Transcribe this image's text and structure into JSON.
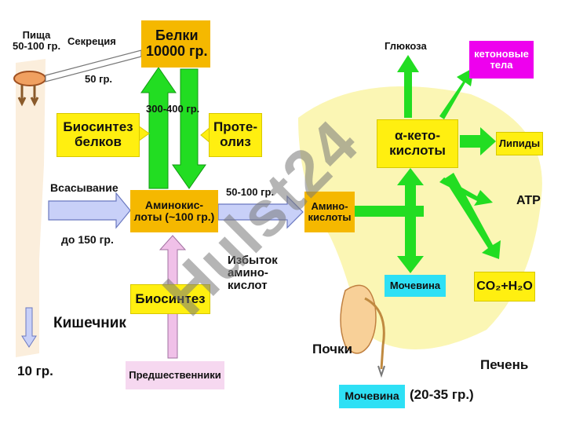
{
  "left": {
    "food_label": "Пища\n50-100 гр.",
    "secretion_label": "Секреция",
    "secretion_amount": "50 гр.",
    "absorption_label": "Всасывание",
    "absorption_amount": "до 150 гр.",
    "intestine_label": "Кишечник",
    "excretion_amount": "10 гр."
  },
  "center": {
    "proteins_box": "Белки\n10000 гр.",
    "turnover_label": "300-400 гр.",
    "biosynthesis_proteins_box": "Биосинтез\nбелков",
    "proteolysis_box": "Проте-\nолиз",
    "amino_acids_box": "Аминокис-\nлоты (~100 гр.)",
    "transfer_amount": "50-100 гр.",
    "excess_label": "Избыток\nамино-\nкислот",
    "biosynthesis_box": "Биосинтез",
    "precursors_box": "Предшественники"
  },
  "liver": {
    "amino_acids_box": "Амино-\nкислоты",
    "keto_acids_box": "α-кето-\nкислоты",
    "glucose_label": "Глюкоза",
    "ketone_bodies_box": "кетоновые\nтела",
    "lipids_box": "Липиды",
    "atp_label": "ATP",
    "co2_h2o_box": "CO₂+H₂O",
    "urea_box": "Мочевина",
    "liver_label": "Печень",
    "kidneys_label": "Почки",
    "urine_urea_box": "Мочевина",
    "urine_urea_amount": "(20-35 гр.)"
  },
  "watermark": "Hulst24",
  "colors": {
    "green_arrow": "#22dd22",
    "blue_arrow": "#c8d0f8",
    "orange_box": "#f5b800",
    "yellow_box": "#ffef10",
    "cyan_box": "#2ee0f5",
    "magenta_box": "#ee00ee",
    "liver_bg": "#fbf6b4",
    "intestine_bg": "#fbeedc"
  }
}
